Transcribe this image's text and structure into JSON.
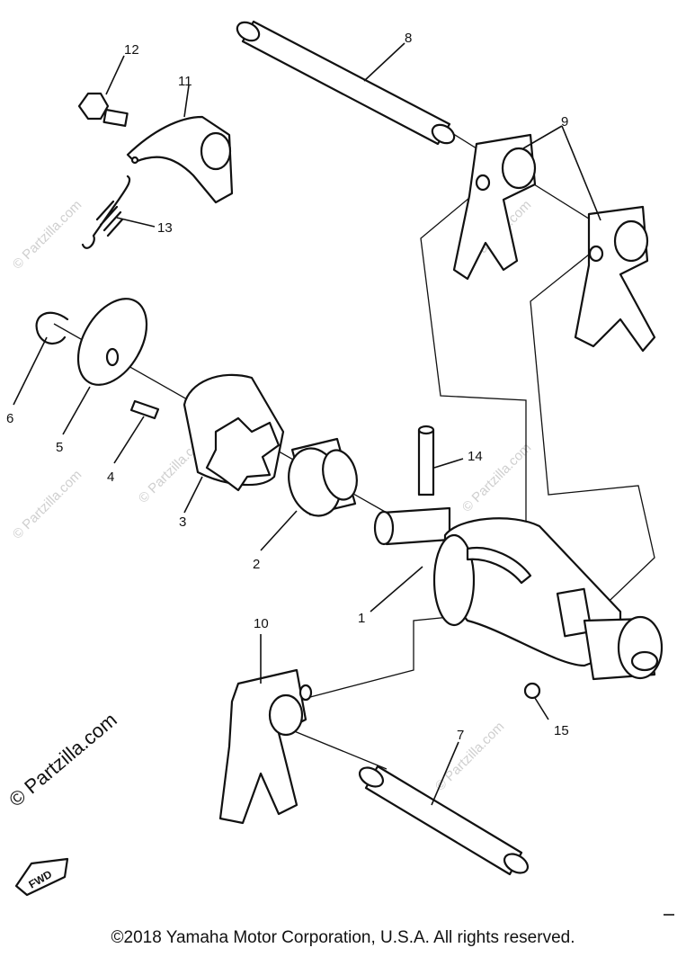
{
  "callouts": [
    {
      "id": "1",
      "text": "1"
    },
    {
      "id": "2",
      "text": "2"
    },
    {
      "id": "3",
      "text": "3"
    },
    {
      "id": "4",
      "text": "4"
    },
    {
      "id": "5",
      "text": "5"
    },
    {
      "id": "6",
      "text": "6"
    },
    {
      "id": "7",
      "text": "7"
    },
    {
      "id": "8",
      "text": "8"
    },
    {
      "id": "9",
      "text": "9"
    },
    {
      "id": "10",
      "text": "10"
    },
    {
      "id": "11",
      "text": "11"
    },
    {
      "id": "12",
      "text": "12"
    },
    {
      "id": "13",
      "text": "13"
    },
    {
      "id": "14",
      "text": "14"
    },
    {
      "id": "15",
      "text": "15"
    }
  ],
  "watermark": "© Partzilla.com",
  "fwd_label": "FWD",
  "copyright": "©2018  Yamaha Motor Corporation, U.S.A. All rights reserved."
}
